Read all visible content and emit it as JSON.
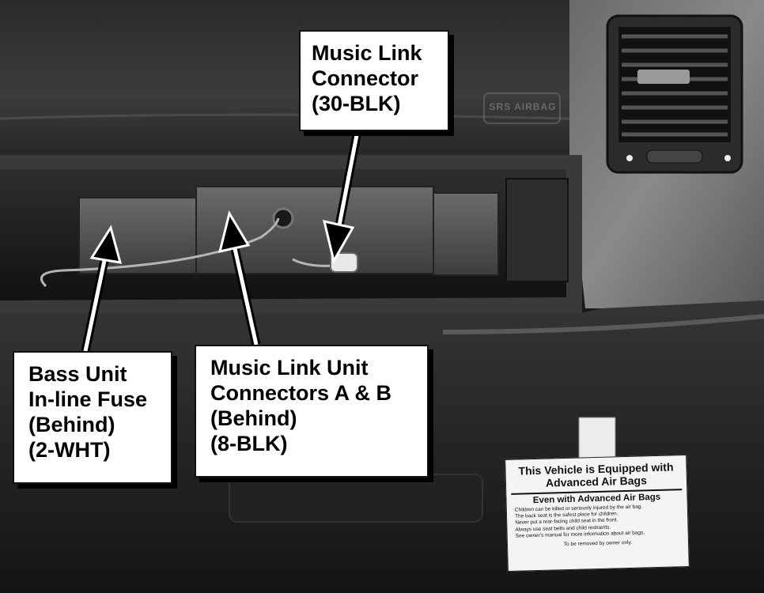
{
  "photo": {
    "kind": "black-and-white photo of a vehicle dashboard with the glove box removed",
    "dashboard_emblem_text": "SRS AIRBAG"
  },
  "callouts": {
    "connector": {
      "lines": [
        "Music Link",
        "Connector",
        "(30-BLK)"
      ]
    },
    "fuse": {
      "lines": [
        "Bass Unit",
        "In-line Fuse",
        "(Behind)",
        "(2-WHT)"
      ]
    },
    "unit": {
      "lines": [
        "Music Link Unit",
        "Connectors A & B",
        "(Behind)",
        "(8-BLK)"
      ]
    }
  },
  "warning_label": {
    "title_line1": "This Vehicle is Equipped with",
    "title_line2": "Advanced Air Bags",
    "subtitle": "Even with Advanced Air Bags",
    "body": [
      "Children can be killed or seriously injured by the air bag.",
      "The back seat is the safest place for children.",
      "Never put a rear-facing child seat in the front.",
      "Always use seat belts and child restraints.",
      "See owner's manual for more information about air bags."
    ],
    "footer": "To be removed by owner only."
  }
}
